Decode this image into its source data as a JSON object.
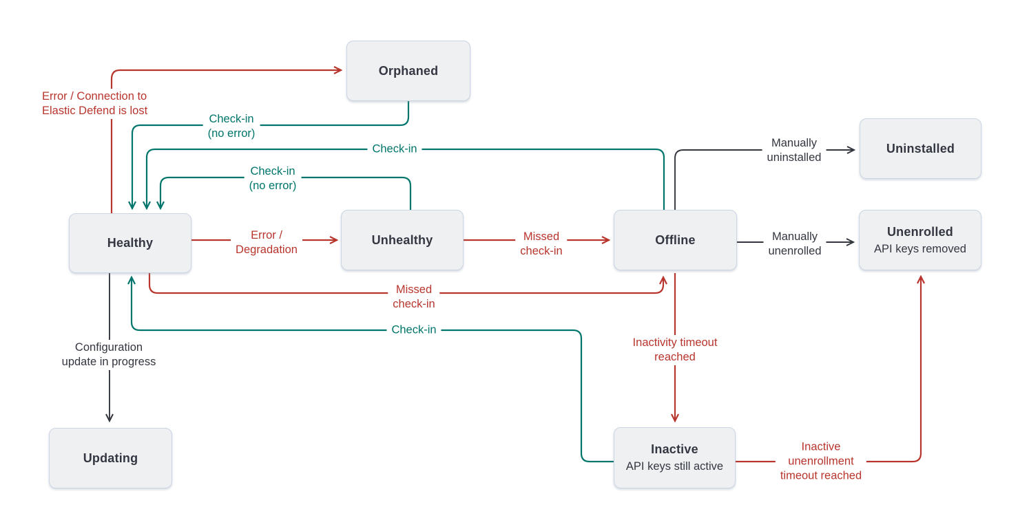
{
  "diagram": {
    "description": "Elastic Agent status state diagram",
    "colors": {
      "error_red": "#b8352d",
      "success_teal": "#00756b",
      "neutral_dark": "#33363f",
      "node_fill": "#eef0f2",
      "node_border": "#ccd5e3",
      "node_text": "#343741",
      "background": "#ffffff"
    },
    "nodes": [
      {
        "id": "orphaned",
        "title": "Orphaned",
        "subtitle": ""
      },
      {
        "id": "healthy",
        "title": "Healthy",
        "subtitle": ""
      },
      {
        "id": "unhealthy",
        "title": "Unhealthy",
        "subtitle": ""
      },
      {
        "id": "offline",
        "title": "Offline",
        "subtitle": ""
      },
      {
        "id": "uninstalled",
        "title": "Uninstalled",
        "subtitle": ""
      },
      {
        "id": "unenrolled",
        "title": "Unenrolled",
        "subtitle": "API keys removed"
      },
      {
        "id": "updating",
        "title": "Updating",
        "subtitle": ""
      },
      {
        "id": "inactive",
        "title": "Inactive",
        "subtitle": "API keys still active"
      }
    ],
    "edge_labels": [
      {
        "id": "error-connection-lost",
        "color": "red",
        "lines": [
          "Error / Connection to",
          "Elastic Defend is lost"
        ]
      },
      {
        "id": "checkin-no-error-from-orphaned",
        "color": "teal",
        "lines": [
          "Check-in",
          "(no error)"
        ]
      },
      {
        "id": "checkin-from-offline",
        "color": "teal",
        "lines": [
          "Check-in"
        ]
      },
      {
        "id": "checkin-no-error-from-unhealthy",
        "color": "teal",
        "lines": [
          "Check-in",
          "(no error)"
        ]
      },
      {
        "id": "error-degradation",
        "color": "red",
        "lines": [
          "Error /",
          "Degradation"
        ]
      },
      {
        "id": "missed-checkin-unhealthy-offline",
        "color": "red",
        "lines": [
          "Missed",
          "check-in"
        ]
      },
      {
        "id": "missed-checkin-healthy-offline",
        "color": "red",
        "lines": [
          "Missed",
          "check-in"
        ]
      },
      {
        "id": "checkin-from-inactive",
        "color": "teal",
        "lines": [
          "Check-in"
        ]
      },
      {
        "id": "configuration-update",
        "color": "dark",
        "lines": [
          "Configuration",
          "update in progress"
        ]
      },
      {
        "id": "manually-uninstalled",
        "color": "dark",
        "lines": [
          "Manually",
          "uninstalled"
        ]
      },
      {
        "id": "manually-unenrolled",
        "color": "dark",
        "lines": [
          "Manually",
          "unenrolled"
        ]
      },
      {
        "id": "inactivity-timeout",
        "color": "red",
        "lines": [
          "Inactivity timeout",
          "reached"
        ]
      },
      {
        "id": "inactive-unenrollment-timeout",
        "color": "red",
        "lines": [
          "Inactive",
          "unenrollment",
          "timeout reached"
        ]
      }
    ],
    "edges": [
      {
        "from": "healthy",
        "to": "orphaned",
        "color": "red",
        "label": "Error / Connection to Elastic Defend is lost"
      },
      {
        "from": "orphaned",
        "to": "healthy",
        "color": "teal",
        "label": "Check-in (no error)"
      },
      {
        "from": "offline",
        "to": "healthy",
        "color": "teal",
        "label": "Check-in"
      },
      {
        "from": "unhealthy",
        "to": "healthy",
        "color": "teal",
        "label": "Check-in (no error)"
      },
      {
        "from": "healthy",
        "to": "unhealthy",
        "color": "red",
        "label": "Error / Degradation"
      },
      {
        "from": "unhealthy",
        "to": "offline",
        "color": "red",
        "label": "Missed check-in"
      },
      {
        "from": "healthy",
        "to": "offline",
        "color": "red",
        "label": "Missed check-in"
      },
      {
        "from": "inactive",
        "to": "healthy",
        "color": "teal",
        "label": "Check-in"
      },
      {
        "from": "healthy",
        "to": "updating",
        "color": "dark",
        "label": "Configuration update in progress"
      },
      {
        "from": "offline",
        "to": "uninstalled",
        "color": "dark",
        "label": "Manually uninstalled"
      },
      {
        "from": "offline",
        "to": "unenrolled",
        "color": "dark",
        "label": "Manually unenrolled"
      },
      {
        "from": "offline",
        "to": "inactive",
        "color": "red",
        "label": "Inactivity timeout reached"
      },
      {
        "from": "inactive",
        "to": "unenrolled",
        "color": "red",
        "label": "Inactive unenrollment timeout reached"
      }
    ]
  }
}
